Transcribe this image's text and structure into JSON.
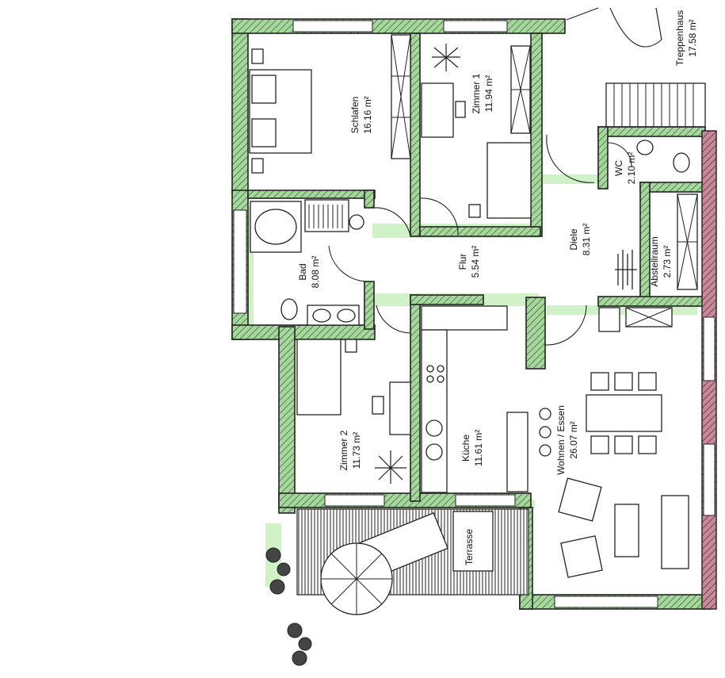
{
  "colors": {
    "wall_hatch": "#7fbf78",
    "floor_tint": "#d6f3cf",
    "neighbor_wall": "#9b4f63"
  },
  "rooms": {
    "schlafen": {
      "name": "Schlafen",
      "area": "16.16 m²"
    },
    "zimmer1": {
      "name": "Zimmer 1",
      "area": "11.94 m²"
    },
    "treppenhaus": {
      "name": "Treppenhaus",
      "area": "17.58 m²"
    },
    "wc": {
      "name": "WC",
      "area": "2.10 m²"
    },
    "bad": {
      "name": "Bad",
      "area": "8.08 m²"
    },
    "flur": {
      "name": "Flur",
      "area": "5.54 m²"
    },
    "diele": {
      "name": "Diele",
      "area": "8.31 m²"
    },
    "abstellraum": {
      "name": "Abstellraum",
      "area": "2.73 m²"
    },
    "zimmer2": {
      "name": "Zimmer 2",
      "area": "11.73 m²"
    },
    "kueche": {
      "name": "Küche",
      "area": "11.61 m²"
    },
    "wohnen": {
      "name": "Wohnen / Essen",
      "area": "26.07 m²"
    },
    "terrasse": {
      "name": "Terrasse"
    }
  }
}
